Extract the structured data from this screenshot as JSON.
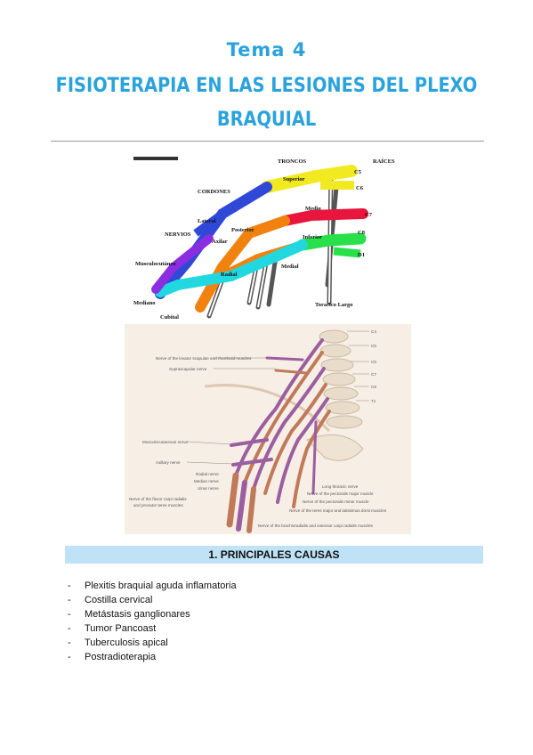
{
  "header": {
    "topic": "Tema 4",
    "title_line1": "FISIOTERAPIA EN LAS LESIONES DEL PLEXO",
    "title_line2": "BRAQUIAL"
  },
  "figure1": {
    "labels": {
      "troncos": "TRONCOS",
      "raices": "RAÍCES",
      "c5": "C5",
      "c6": "C6",
      "superior": "Superior",
      "cordones": "CORDONES",
      "medio": "Medio",
      "c7": "C7",
      "lateral": "Lateral",
      "posterior": "Posterior",
      "nervios": "NERVIOS",
      "axilar": "Axilar",
      "inferior": "Inferior",
      "c8": "C8",
      "d1": "D1",
      "musculocutaneo": "Musculocutáneo",
      "medial": "Medial",
      "radial": "Radial",
      "mediano": "Mediano",
      "cubital": "Cubital",
      "toracico_largo": "Toracico Largo"
    }
  },
  "figure2": {
    "labels": {
      "c4": "C4",
      "c5": "C5",
      "c6": "C6",
      "c7": "C7",
      "c8": "C8",
      "t1": "T1",
      "levator": "Nerve of the levator scapulae and rhomboid muscles",
      "suprascapular": "Suprascapular nerve",
      "musculocutaneous": "Musculocutaneous nerve",
      "axillary": "Axillary nerve",
      "radial": "Radial nerve",
      "median": "Median nerve",
      "ulnar": "Ulnar nerve",
      "flexor1": "Nerve of the flexor carpi radialis",
      "flexor2": "and pronator teres muscles",
      "long_thoracic": "Long thoracic nerve",
      "pec_major": "Nerve of the pectoralis major muscle",
      "pec_minor": "Nerve of the pectoralis minor muscle",
      "teres": "Nerve of the teres major and latissimus dorsi muscles",
      "brachioradialis": "Nerve of the brachioradialis and extensor carpi radialis muscles"
    }
  },
  "section": {
    "heading": "1.  PRINCIPALES CAUSAS",
    "items": [
      "Plexitis braquial aguda inflamatoria",
      "Costilla cervical",
      "Metástasis ganglionares",
      "Tumor Pancoast",
      "Tuberculosis apical",
      "Postradioterapia"
    ],
    "bullet": "-"
  },
  "colors": {
    "title": "#2aa3dc",
    "section_bar": "#bfe2f6",
    "yellow": "#f2ea21",
    "red": "#e8163c",
    "green": "#27e04a",
    "orange": "#f2820f",
    "blue": "#3048d8",
    "purple": "#8a2ee0",
    "cyan": "#21d8e0"
  }
}
